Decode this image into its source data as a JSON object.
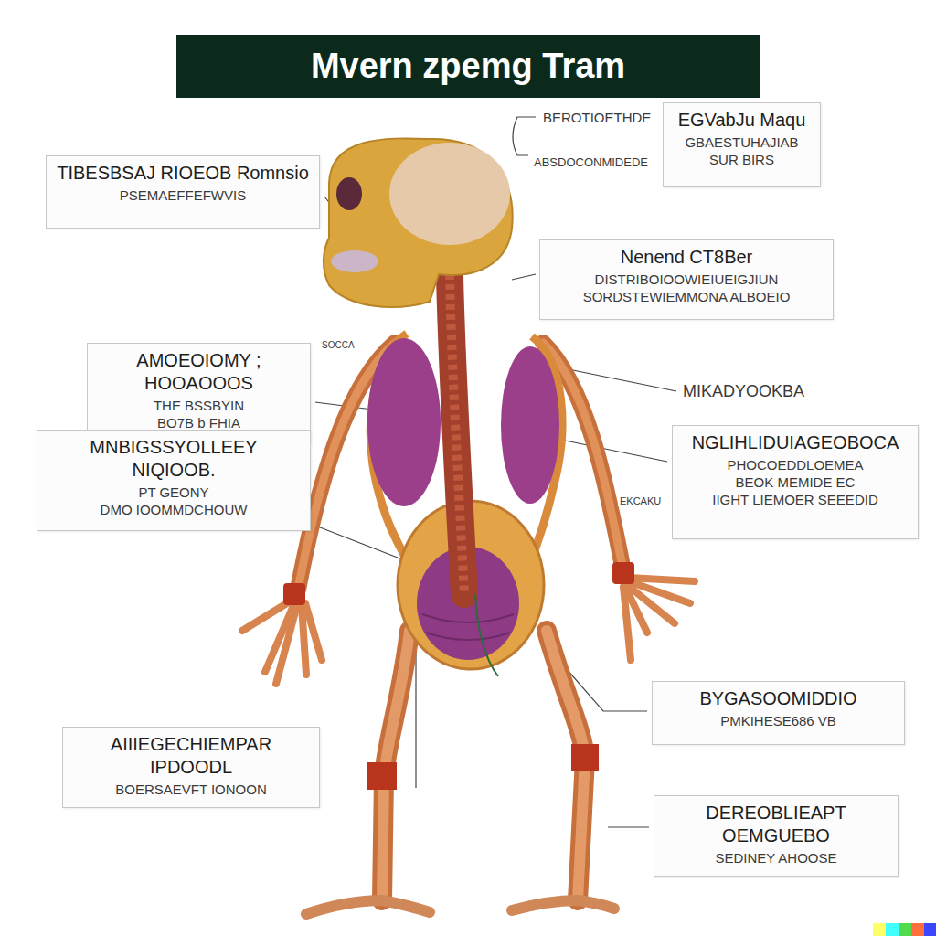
{
  "diagram": {
    "title": "Mvern zpemg Tram",
    "nodes": [
      {
        "text": [
          "EGVabJu Maqu",
          "GBAESTUHAJIAB SUR BIRS"
        ]
      },
      {
        "text": [
          "TIBESBSAJ RIOEOB Romnsio",
          "PSEMAEFFEFWVIS"
        ]
      },
      {
        "text": [
          "Nenend CT8Ber",
          "DISTRIBOIOOWIEIUEIGJIUN",
          "SORDSTEWIEMMONA ALBOEIO"
        ]
      },
      {
        "text": [
          "AMOEOIOMY ; HOOAOOOS",
          "THE BSSBYIN",
          "BO7B b FHIA"
        ]
      },
      {
        "text": [
          "MNBIGSSYOLLEEY NIQIOOB.",
          "PT GEONY",
          "DMO IOOMMDCHOUW"
        ]
      },
      {
        "text": [
          "NGLIHLIDUIAGEOBOCA",
          "PHOCOEDDLOEMEA",
          "BEOK MEMIDE EC",
          "IIGHT LIEMOER SEEEDID"
        ]
      },
      {
        "text": [
          "BYGASOOMIDDIO",
          "PMKIHESE686 VB"
        ]
      },
      {
        "text": [
          "AIIIEGECHIEMPAR IPDOODL",
          "BOERSAEVFT IONOON"
        ]
      },
      {
        "text": [
          "DEREOBLIEAPT OEMGUEBO",
          "SEDINEY AHOOSE"
        ]
      }
    ],
    "labels": [
      "BEROTIOETHDE",
      "ABSDOCONMIDEDE",
      "MIKADYOOKBA",
      "EKCAKU",
      "SOCCA"
    ]
  }
}
